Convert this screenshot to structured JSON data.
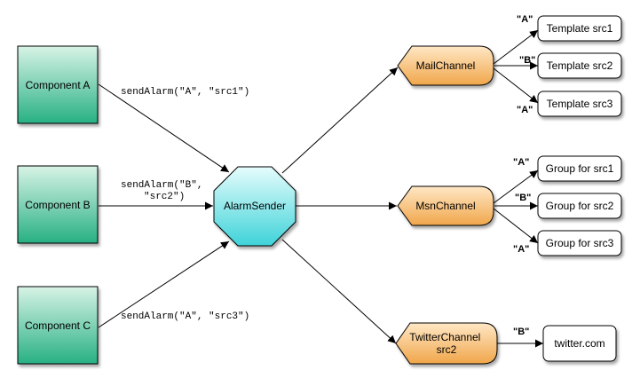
{
  "components": [
    {
      "id": "a",
      "label": "Component A"
    },
    {
      "id": "b",
      "label": "Component B"
    },
    {
      "id": "c",
      "label": "Component C"
    }
  ],
  "calls": [
    {
      "id": "a",
      "text": [
        "sendAlarm(\"A\", \"src1\")"
      ]
    },
    {
      "id": "b",
      "text": [
        "sendAlarm(\"B\",",
        "\"src2\")"
      ]
    },
    {
      "id": "c",
      "text": [
        "sendAlarm(\"A\", \"src3\")"
      ]
    }
  ],
  "sender": {
    "label": "AlarmSender"
  },
  "channels": [
    {
      "id": "mail",
      "label": [
        "MailChannel"
      ]
    },
    {
      "id": "msn",
      "label": [
        "MsnChannel"
      ]
    },
    {
      "id": "twitter",
      "label": [
        "TwitterChannel",
        "src2"
      ]
    }
  ],
  "targets": [
    {
      "id": "mail-1",
      "label": "Template src1",
      "key": "\"A\""
    },
    {
      "id": "mail-2",
      "label": "Template src2",
      "key": "\"B\""
    },
    {
      "id": "mail-3",
      "label": "Template src3",
      "key": "\"A\""
    },
    {
      "id": "msn-1",
      "label": "Group for src1",
      "key": "\"A\""
    },
    {
      "id": "msn-2",
      "label": "Group for src2",
      "key": "\"B\""
    },
    {
      "id": "msn-3",
      "label": "Group for src3",
      "key": "\"A\""
    },
    {
      "id": "twitter-1",
      "label": "twitter.com",
      "key": "\"B\""
    }
  ],
  "colors": {
    "component_top": "#d8f3e6",
    "component_bottom": "#27b083",
    "sender_top": "#e6fcfc",
    "sender_bottom": "#3ed3d9",
    "channel_top": "#ffe7c6",
    "channel_bottom": "#f0a64a"
  }
}
